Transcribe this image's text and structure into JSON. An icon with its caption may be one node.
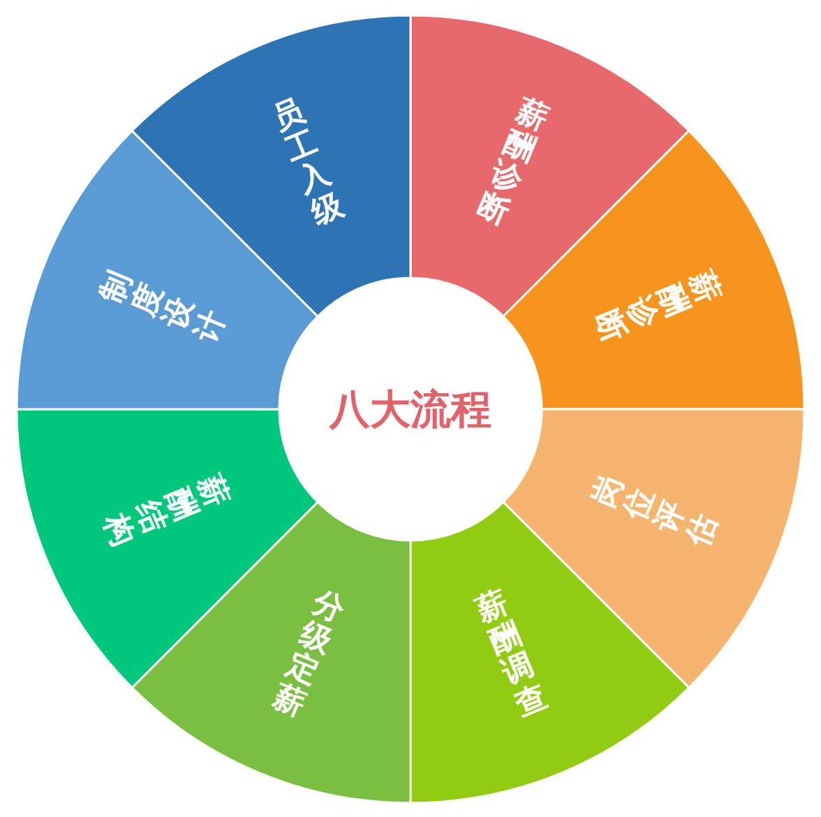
{
  "diagram": {
    "nodes": [
      {
        "text": [
          "八大流程"
        ]
      },
      {
        "text": [
          "薪酬诊断"
        ]
      },
      {
        "text": [
          "薪酬诊断"
        ]
      },
      {
        "text": [
          "岗位评估"
        ]
      },
      {
        "text": [
          "薪酬调查"
        ]
      },
      {
        "text": [
          "分级定薪"
        ]
      },
      {
        "text": [
          "薪酬结构"
        ]
      },
      {
        "text": [
          "制度设计"
        ]
      },
      {
        "text": [
          "员工入级"
        ]
      }
    ]
  }
}
